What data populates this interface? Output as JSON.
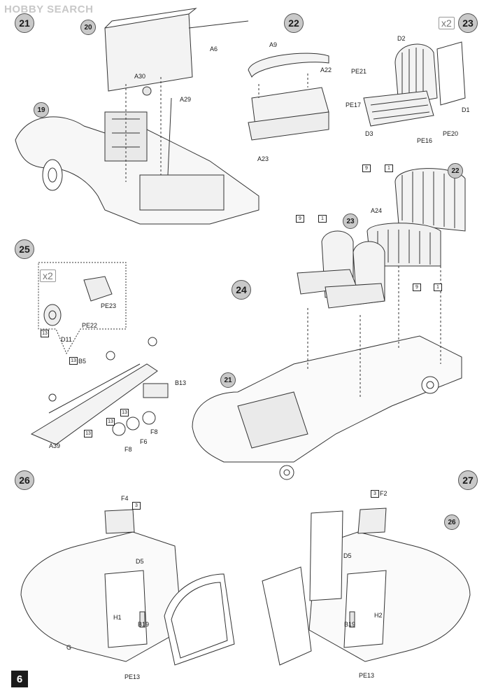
{
  "watermark": {
    "text": "HOBBY SEARCH"
  },
  "page_number": "6",
  "steps": {
    "s21": "21",
    "s22": "22",
    "s23": "23",
    "s24": "24",
    "s25": "25",
    "s26": "26",
    "s27": "27"
  },
  "multipliers": {
    "m23": "x2",
    "m25": "x2"
  },
  "refs": {
    "r20": "20",
    "r19": "19",
    "r22": "22",
    "r23": "23",
    "r21": "21",
    "r26": "26"
  },
  "labels": {
    "A6": "A6",
    "A30": "A30",
    "A29": "A29",
    "A9": "A9",
    "A22": "A22",
    "A23": "A23",
    "D2": "D2",
    "PE21": "PE21",
    "PE17": "PE17",
    "D1": "D1",
    "D3": "D3",
    "PE16": "PE16",
    "PE20": "PE20",
    "A24": "A24",
    "PE23": "PE23",
    "PE22": "PE22",
    "D11": "D11",
    "B5": "B5",
    "B13": "B13",
    "F8a": "F8",
    "F6": "F6",
    "F8b": "F8",
    "A39": "A39",
    "F4": "F4",
    "D5a": "D5",
    "H1": "H1",
    "B19a": "B19",
    "G": "G",
    "PE13a": "PE13",
    "F2": "F2",
    "D5b": "D5",
    "H2": "H2",
    "B19b": "B19",
    "PE13b": "PE13"
  },
  "paint_codes": {
    "c9a": "9",
    "c1a": "1",
    "c9b": "9",
    "c1b": "1",
    "c9c": "9",
    "c1c": "1",
    "c13a": "13",
    "c13b": "13",
    "c13c": "13",
    "c13d": "13",
    "c13e": "13",
    "c3a": "3",
    "c3b": "3"
  }
}
